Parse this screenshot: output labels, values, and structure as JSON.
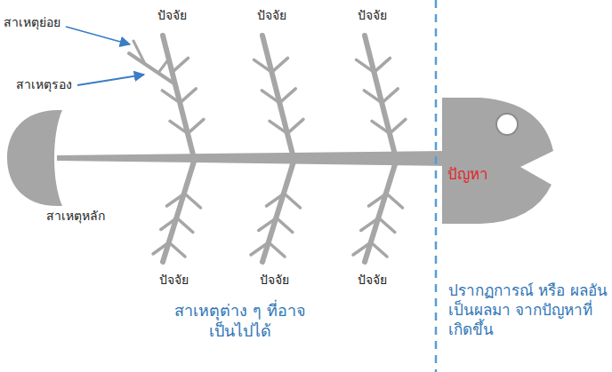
{
  "diagram": {
    "nodes": [
      {
        "text": [
          "ปัญหา"
        ]
      }
    ],
    "labels": [
      "ปัจจัย",
      "ปัจจัย",
      "ปัจจัย",
      "สาเหตุย่อย",
      "สาเหตุรอง",
      "สาเหตุหลัก",
      "ปัจจัย",
      "ปัจจัย",
      "ปัจจัย",
      "สาเหตุต่าง ๆ ที่อาจเป็นไปได้",
      "ปรากฏการณ์ หรือ ผลอันเป็นผลมา จากปัญหาที่เกิดขึ้น"
    ]
  }
}
